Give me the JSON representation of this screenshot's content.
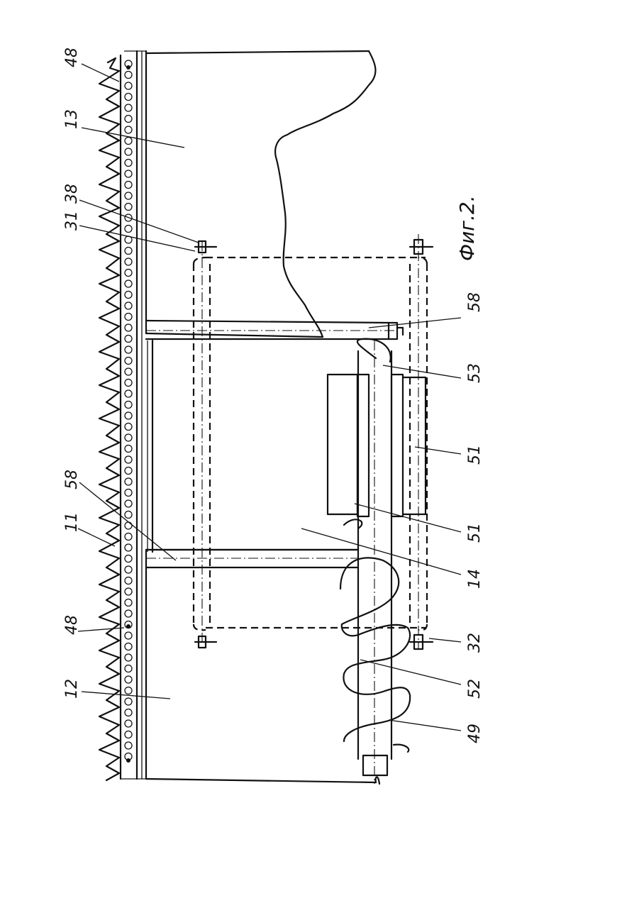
{
  "figure": {
    "caption": "Фиг.2.",
    "labels": {
      "l48a": "48",
      "l13": "13",
      "l38": "38",
      "l31": "31",
      "l58a": "58",
      "l53": "53",
      "l51a": "51",
      "l51b": "51",
      "l14": "14",
      "l58b": "58",
      "l11": "11",
      "l48b": "48",
      "l32": "32",
      "l12": "12",
      "l52": "52",
      "l49": "49"
    }
  }
}
